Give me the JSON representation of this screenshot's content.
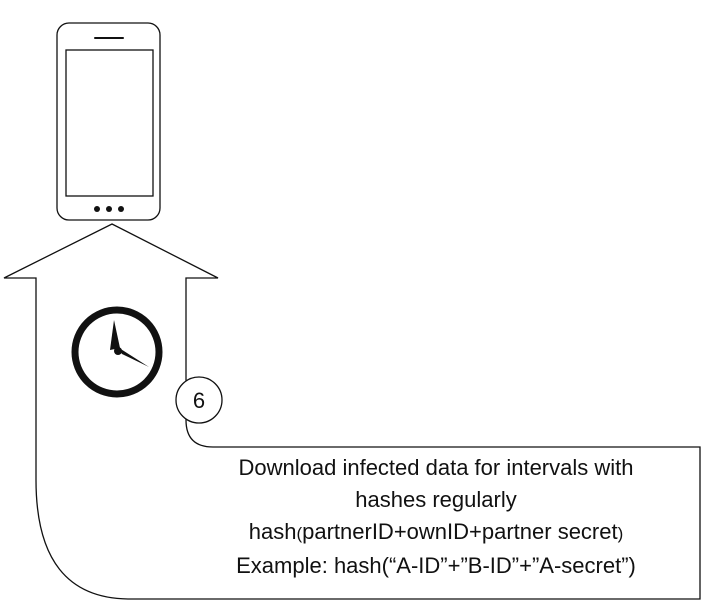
{
  "step": {
    "number": "6"
  },
  "caption": {
    "line1": "Download infected data for intervals with",
    "line2": "hashes regularly",
    "line3_prefix": "hash",
    "line3_open_paren": "(",
    "line3_body": "partnerID+ownID+partner secret",
    "line3_close_paren": ")",
    "line4": "Example: hash(“A-ID”+”B-ID”+”A-secret”)"
  },
  "icons": {
    "phone": "smartphone-icon",
    "clock": "clock-icon",
    "arrow": "upward-curved-arrow-icon"
  },
  "colors": {
    "stroke": "#111111",
    "background": "#ffffff"
  }
}
